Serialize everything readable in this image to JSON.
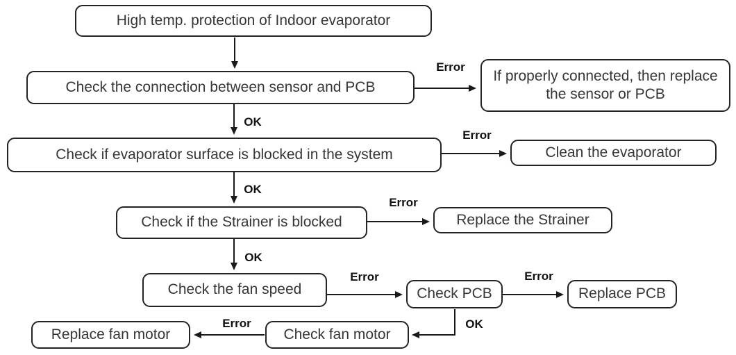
{
  "diagram_title": "High temp. protection of Indoor evaporator",
  "colors": {
    "line": "#1a1a1a",
    "node_border": "#242424",
    "node_text": "#363636",
    "edge_label_text": "#111111",
    "background": "#ffffff"
  },
  "nodes": [
    {
      "id": "start",
      "label": "High temp. protection of Indoor evaporator"
    },
    {
      "id": "check-sensor-pcb",
      "label": "Check the connection between sensor and PCB"
    },
    {
      "id": "replace-sensor",
      "label": "If properly connected, then replace the sensor or PCB"
    },
    {
      "id": "check-evaporator",
      "label": "Check if evaporator surface is blocked in the system"
    },
    {
      "id": "clean-evaporator",
      "label": "Clean the evaporator"
    },
    {
      "id": "check-strainer",
      "label": "Check if the Strainer is blocked"
    },
    {
      "id": "replace-strainer",
      "label": "Replace the Strainer"
    },
    {
      "id": "check-fan-speed",
      "label": "Check the fan speed"
    },
    {
      "id": "check-pcb",
      "label": "Check PCB"
    },
    {
      "id": "replace-pcb",
      "label": "Replace PCB"
    },
    {
      "id": "check-fan-motor",
      "label": "Check fan motor"
    },
    {
      "id": "replace-fan-motor",
      "label": "Replace fan motor"
    }
  ],
  "edges": [
    {
      "from": "start",
      "to": "check-sensor-pcb",
      "label": ""
    },
    {
      "from": "check-sensor-pcb",
      "to": "replace-sensor",
      "label": "Error"
    },
    {
      "from": "check-sensor-pcb",
      "to": "check-evaporator",
      "label": "OK"
    },
    {
      "from": "check-evaporator",
      "to": "clean-evaporator",
      "label": "Error"
    },
    {
      "from": "check-evaporator",
      "to": "check-strainer",
      "label": "OK"
    },
    {
      "from": "check-strainer",
      "to": "replace-strainer",
      "label": "Error"
    },
    {
      "from": "check-strainer",
      "to": "check-fan-speed",
      "label": "OK"
    },
    {
      "from": "check-fan-speed",
      "to": "check-pcb",
      "label": "Error"
    },
    {
      "from": "check-pcb",
      "to": "replace-pcb",
      "label": "Error"
    },
    {
      "from": "check-pcb",
      "to": "check-fan-motor",
      "label": "OK"
    },
    {
      "from": "check-fan-motor",
      "to": "replace-fan-motor",
      "label": "Error"
    }
  ]
}
